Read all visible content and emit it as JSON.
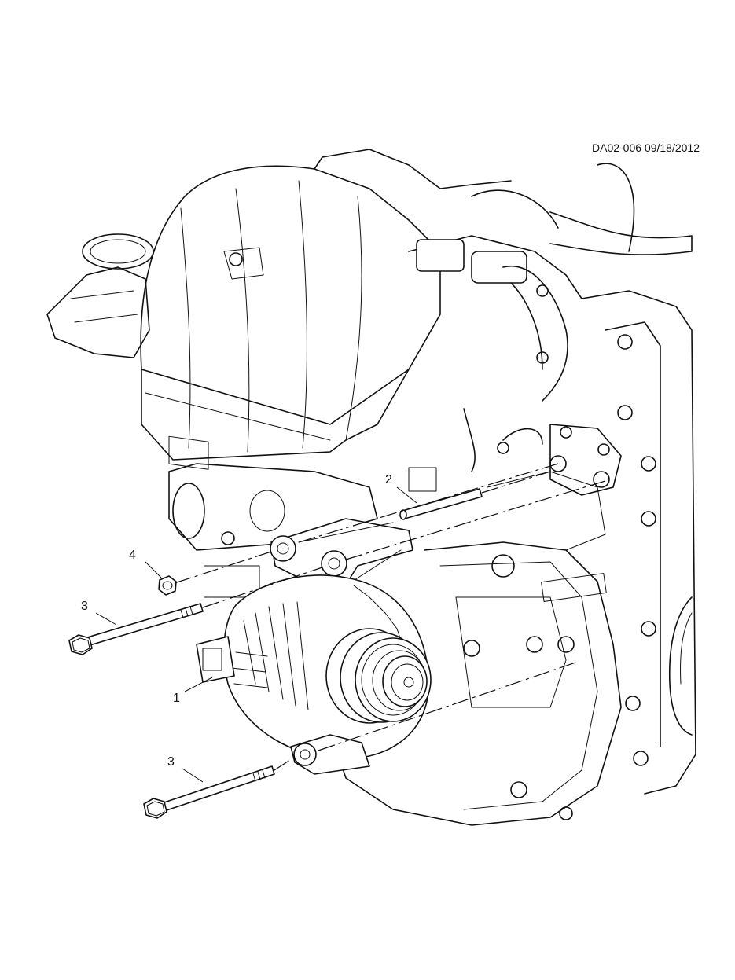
{
  "reference_code": "DA02-006 09/18/2012",
  "callouts": [
    {
      "id": "callout-1",
      "label": "1"
    },
    {
      "id": "callout-2",
      "label": "2"
    },
    {
      "id": "callout-3-upper",
      "label": "3"
    },
    {
      "id": "callout-3-lower",
      "label": "3"
    },
    {
      "id": "callout-4",
      "label": "4"
    }
  ],
  "parts": [
    {
      "number": "1",
      "part": "generator-alternator"
    },
    {
      "number": "2",
      "part": "stud"
    },
    {
      "number": "3",
      "part": "bolt"
    },
    {
      "number": "4",
      "part": "nut"
    }
  ]
}
